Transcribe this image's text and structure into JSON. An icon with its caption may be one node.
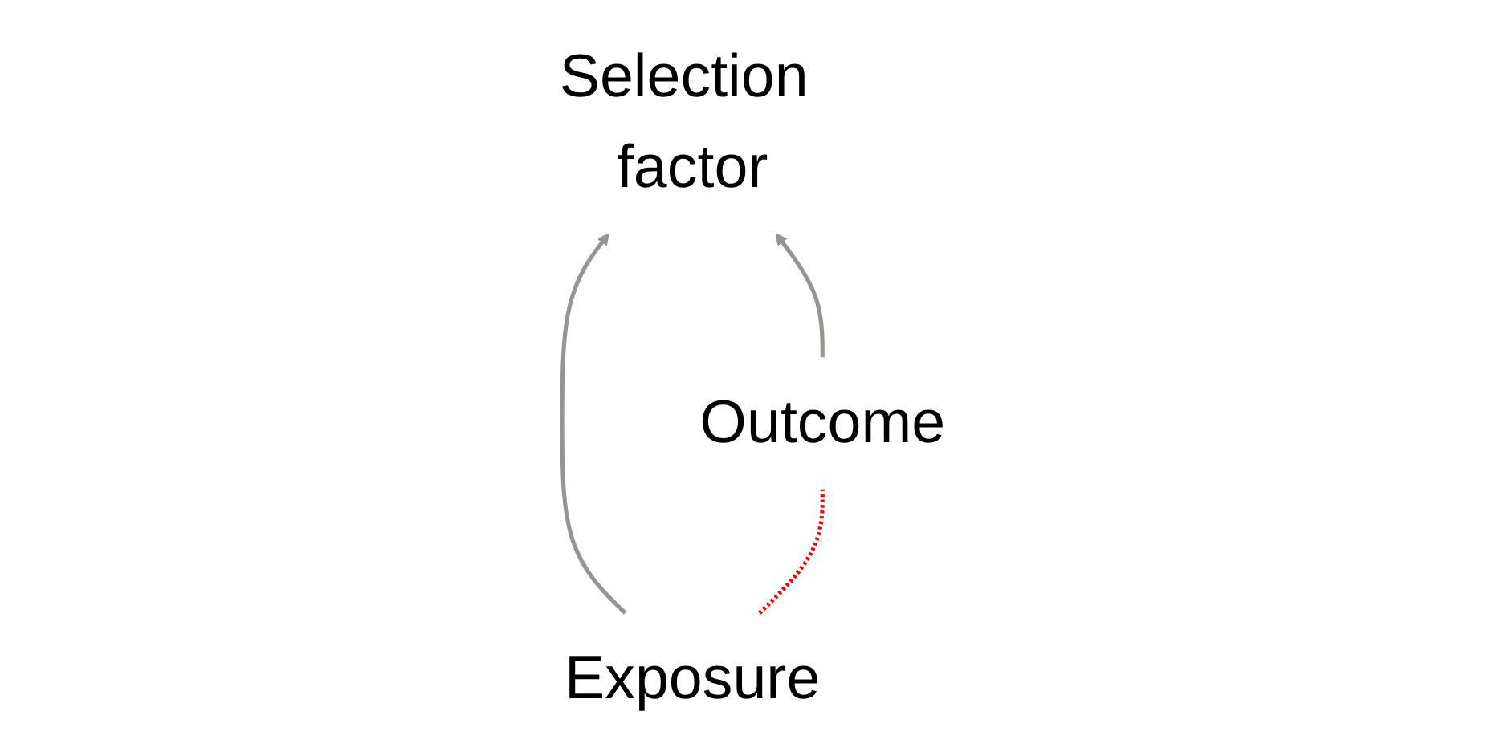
{
  "diagram": {
    "nodes": [
      {
        "text": [
          "Selection factor"
        ]
      },
      {
        "text": [
          "Exposure"
        ]
      },
      {
        "text": [
          "Outcome"
        ]
      }
    ],
    "edges": [
      {
        "from": 1,
        "to": 0,
        "arrow": "to"
      },
      {
        "from": 2,
        "to": 0,
        "arrow": "to"
      },
      {
        "from": 1,
        "to": 2,
        "arrow": "none",
        "style": "dashed",
        "color": "#ff0000"
      }
    ]
  }
}
